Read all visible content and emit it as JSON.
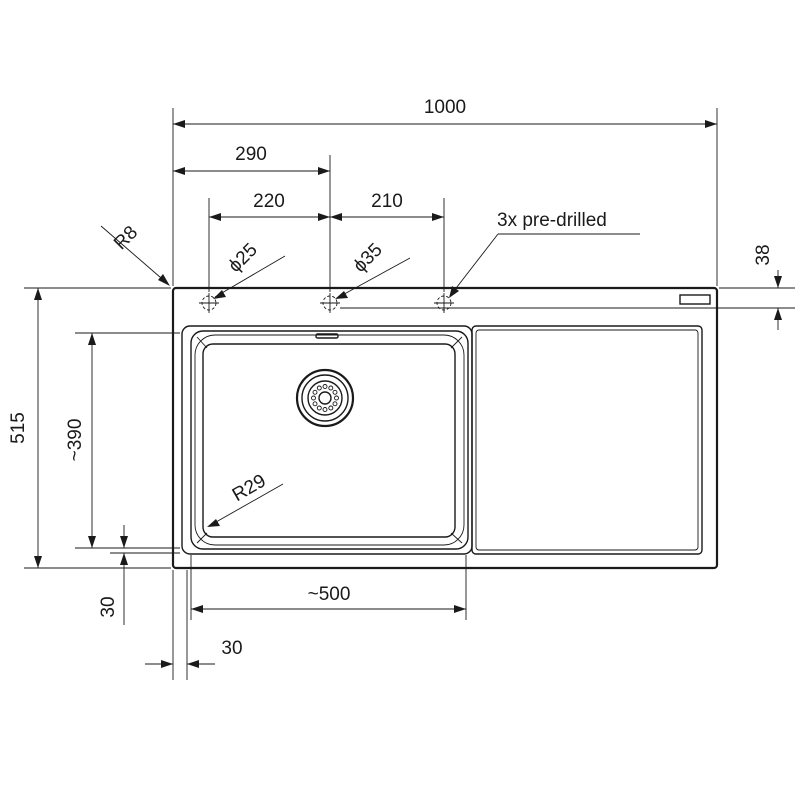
{
  "dimensions": {
    "overall_width": "1000",
    "tap_offset_left": "290",
    "hole_spacing_left": "220",
    "hole_spacing_right": "210",
    "overall_depth": "515",
    "bowl_depth": "~390",
    "bowl_width": "~500",
    "front_margin": "30",
    "side_margin": "30",
    "back_margin": "38",
    "corner_radius_outer": "R8",
    "corner_radius_bowl": "R29",
    "hole_diameter_small": "ϕ25",
    "hole_diameter_large": "ϕ35"
  },
  "notes": {
    "predrilled": "3x pre-drilled"
  }
}
